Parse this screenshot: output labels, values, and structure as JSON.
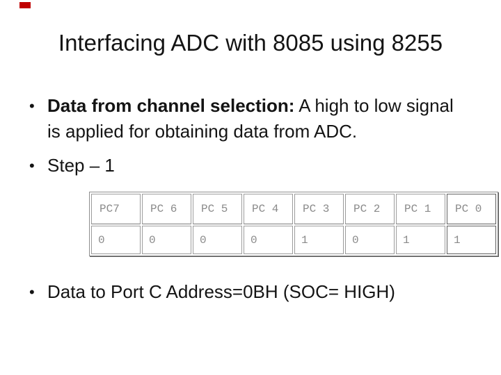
{
  "slide": {
    "title": "Interfacing ADC with 8085 using 8255",
    "marker_color": "#c00000",
    "bullet_char": "•",
    "bullets": {
      "b1_bold": "Data from channel selection:",
      "b1_rest": " A high to low signal is applied for obtaining data from ADC.",
      "b2": "Step – 1",
      "b3": "Data to Port C Address=0BH (SOC= HIGH)"
    },
    "table": {
      "headers": [
        "PC7",
        "PC 6",
        "PC 5",
        "PC 4",
        "PC 3",
        "PC 2",
        "PC 1",
        "PC 0"
      ],
      "values": [
        "0",
        "0",
        "0",
        "0",
        "1",
        "0",
        "1",
        "1"
      ],
      "text_color": "#8a8a8a",
      "border_color": "#9b9b9b"
    }
  }
}
